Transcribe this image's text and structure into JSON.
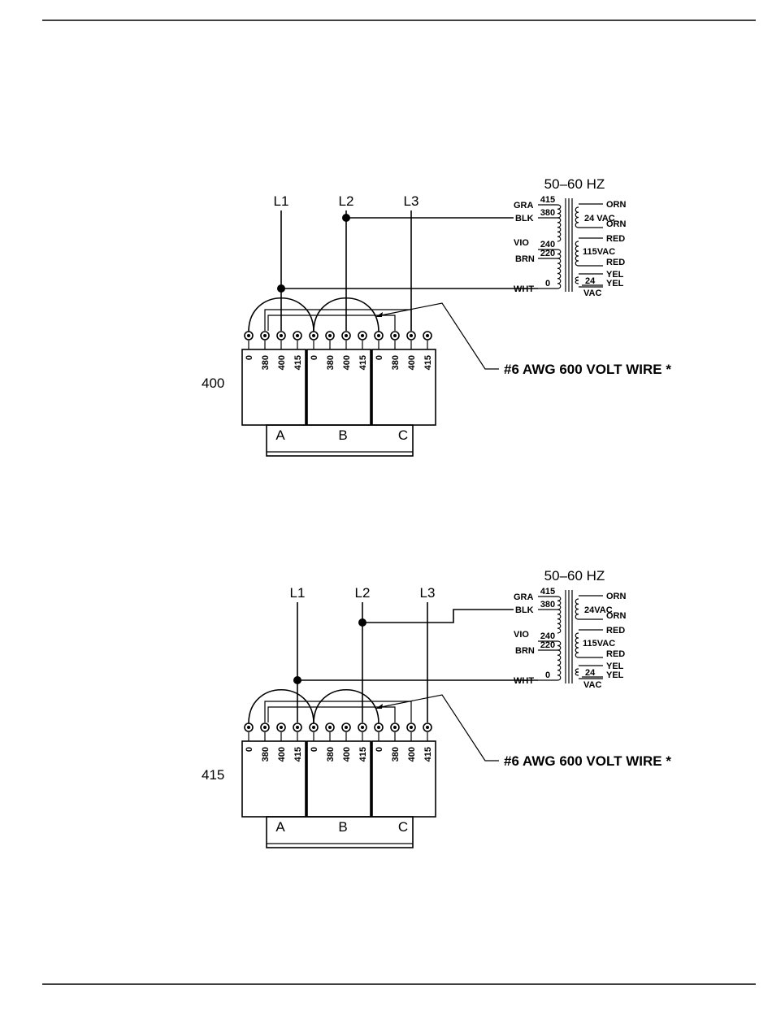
{
  "diagrams": [
    {
      "voltage": "400",
      "frequency": "50–60 HZ",
      "lines": [
        "L1",
        "L2",
        "L3"
      ],
      "terminals": [
        "0",
        "380",
        "400",
        "415",
        "0",
        "380",
        "400",
        "415",
        "0",
        "380",
        "400",
        "415"
      ],
      "units": [
        "A",
        "B",
        "C"
      ],
      "wire_note": "#6 AWG 600 VOLT WIRE *",
      "transformer": {
        "primary_colors": [
          "GRA",
          "BLK",
          "VIO",
          "BRN",
          "WHT"
        ],
        "primary_taps": [
          "415",
          "380",
          "240",
          "220",
          "0"
        ],
        "secondary_colors": [
          "ORN",
          "ORN",
          "RED",
          "RED",
          "YEL",
          "YEL"
        ],
        "sec1": "24 VAC",
        "sec2": "115VAC",
        "sec3_num": "24",
        "sec3_unit": "VAC"
      }
    },
    {
      "voltage": "415",
      "frequency": "50–60 HZ",
      "lines": [
        "L1",
        "L2",
        "L3"
      ],
      "terminals": [
        "0",
        "380",
        "400",
        "415",
        "0",
        "380",
        "400",
        "415",
        "0",
        "380",
        "400",
        "415"
      ],
      "units": [
        "A",
        "B",
        "C"
      ],
      "wire_note": "#6 AWG 600 VOLT WIRE *",
      "transformer": {
        "primary_colors": [
          "GRA",
          "BLK",
          "VIO",
          "BRN",
          "WHT"
        ],
        "primary_taps": [
          "415",
          "380",
          "240",
          "220",
          "0"
        ],
        "secondary_colors": [
          "ORN",
          "ORN",
          "RED",
          "RED",
          "YEL",
          "YEL"
        ],
        "sec1": "24VAC",
        "sec2": "115VAC",
        "sec3_num": "24",
        "sec3_unit": "VAC"
      }
    }
  ]
}
